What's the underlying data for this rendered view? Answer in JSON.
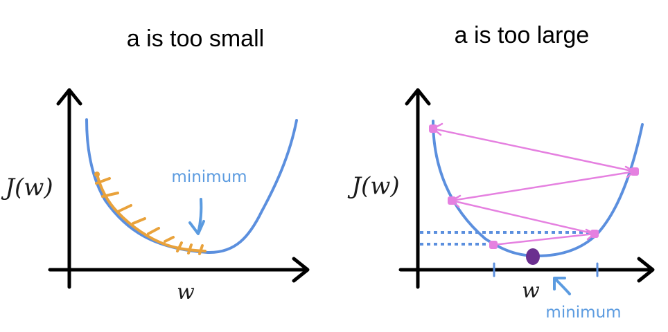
{
  "left_panel": {
    "title": "a is too small",
    "y_axis_label": "J(w)",
    "x_axis_label": "w",
    "annotation": "minimum"
  },
  "right_panel": {
    "title": "a is too large",
    "y_axis_label": "J(w)",
    "x_axis_label": "w",
    "annotation": "minimum"
  },
  "colors": {
    "curve": "#5b8fde",
    "small_steps": "#e9a23b",
    "large_steps": "#e580e0",
    "minimum_dot": "#6b2f8f",
    "annotation": "#5b9be0",
    "axes": "#000000"
  }
}
